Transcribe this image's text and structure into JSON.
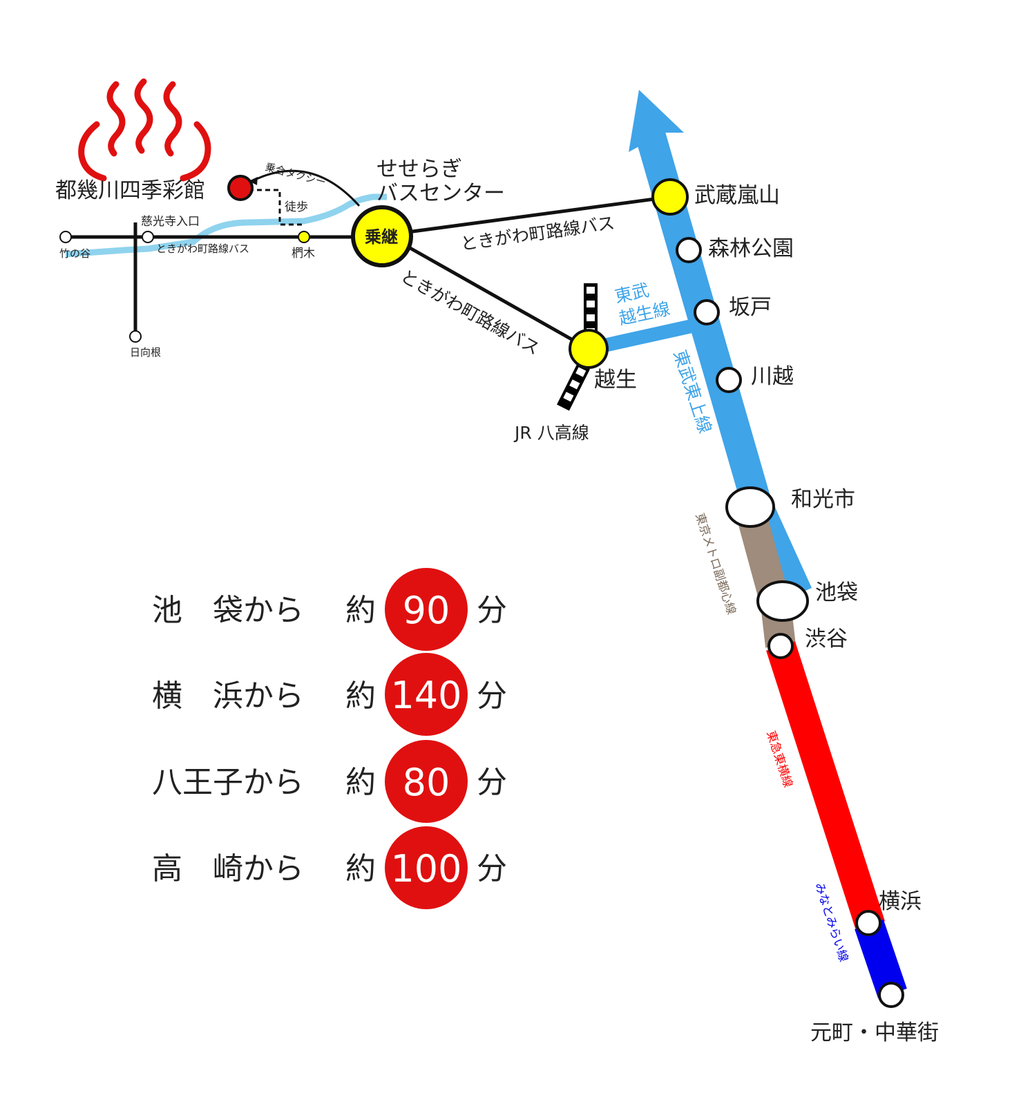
{
  "map": {
    "destination": "都幾川四季彩館",
    "bus_center": [
      "せせらぎ",
      "バスセンター"
    ],
    "shared_taxi": "乗合タクシー",
    "walk": "徒歩",
    "hub": "乗継",
    "bus_routes": {
      "north": "ときがわ町路線バス",
      "south": "ときがわ町路線バス",
      "local": "ときがわ町路線バス"
    },
    "local_stops": {
      "jikouji": "慈光寺入口",
      "takenoya": "竹の谷",
      "tsuki": "椚木",
      "hirabashi": "日向根"
    },
    "stations": {
      "musashi_ranzan": "武蔵嵐山",
      "shinrin_koen": "森林公園",
      "sakado": "坂戸",
      "kawagoe": "川越",
      "wakoshi": "和光市",
      "ikebukuro": "池袋",
      "shibuya": "渋谷",
      "yokohama": "横浜",
      "motomachi": "元町・中華街",
      "ogose": "越生"
    },
    "lines": {
      "tobu_ogose": [
        "東武",
        "越生線"
      ],
      "tobu_tojo": "東武東上線",
      "metro_fukutoshin": "東京メトロ副都心線",
      "tokyu_toyoko": "東急東横線",
      "minatomirai": "みなとみらい線",
      "jr_hachiko": "JR 八高線"
    },
    "colors": {
      "tobu": "#3fa4e8",
      "metro": "#a08c7c",
      "tokyu": "#ff0000",
      "minatomirai": "#0000ee",
      "hub_fill": "#ffff00",
      "destination_fill": "#e01010",
      "river": "#8fd3ee"
    },
    "icons": {
      "hot_spring": "onsen-icon",
      "direction": "north-arrow-icon"
    }
  },
  "travel_times": [
    {
      "origin": "池　袋から",
      "prefix": "約",
      "minutes": "90",
      "unit": "分"
    },
    {
      "origin": "横　浜から",
      "prefix": "約",
      "minutes": "140",
      "unit": "分"
    },
    {
      "origin": "八王子から",
      "prefix": "約",
      "minutes": "80",
      "unit": "分"
    },
    {
      "origin": "高　崎から",
      "prefix": "約",
      "minutes": "100",
      "unit": "分"
    }
  ]
}
